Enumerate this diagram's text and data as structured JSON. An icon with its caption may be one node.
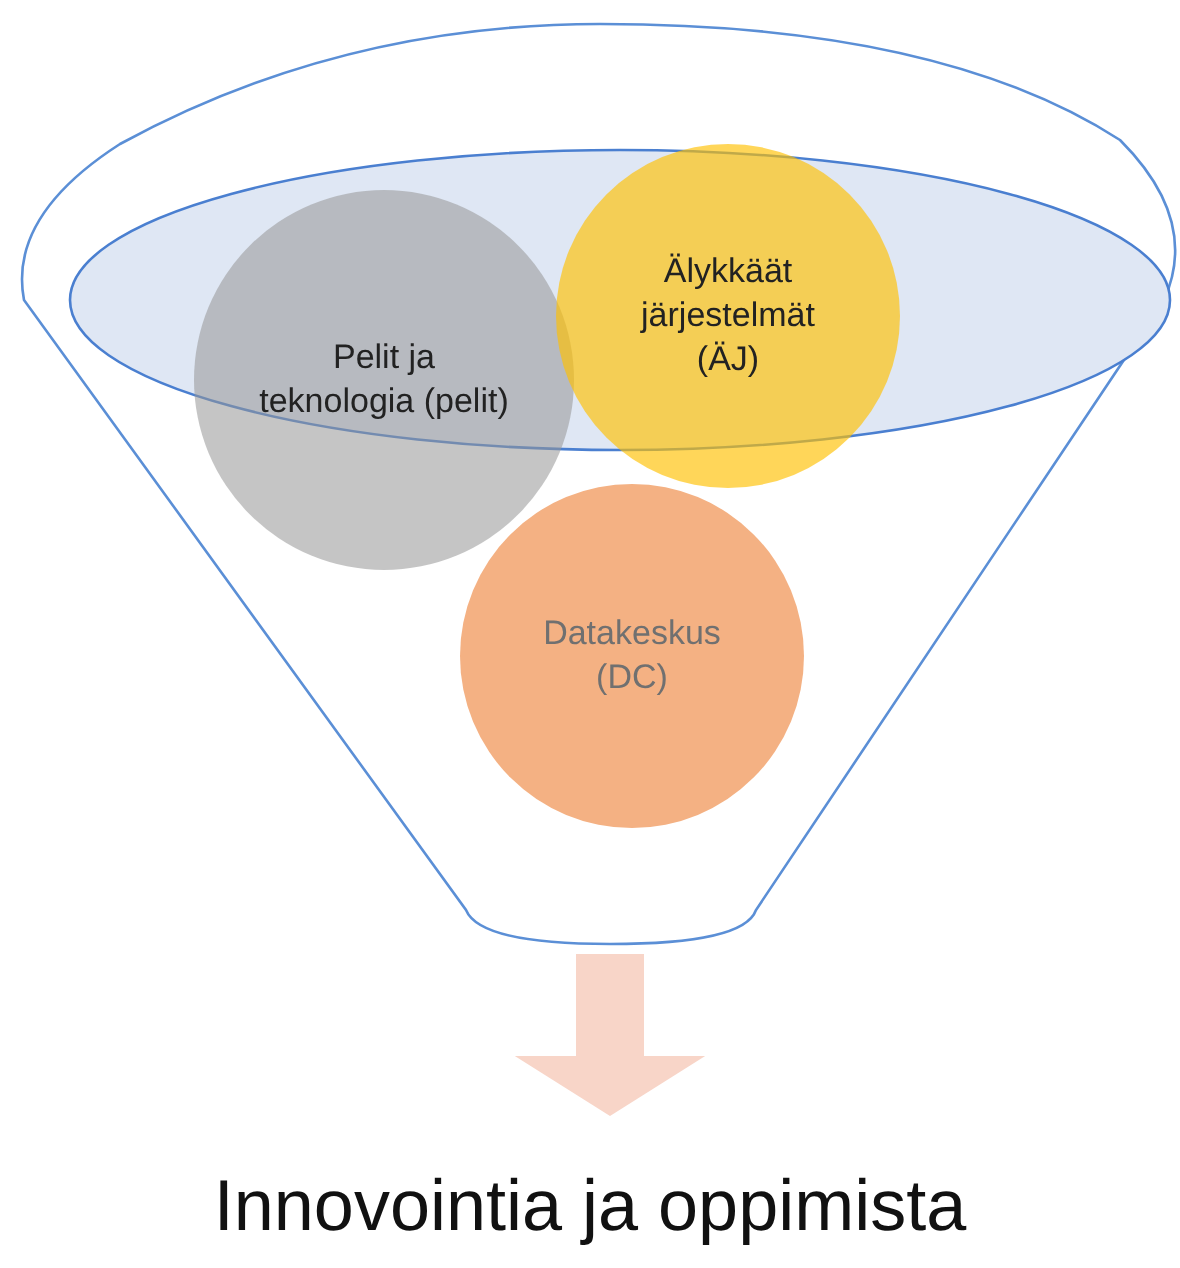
{
  "diagram": {
    "nodes": [
      {
        "text": [],
        "shape": "funnel"
      },
      {
        "text": [
          "Pelit ja teknologia (pelit)"
        ],
        "in": 0
      },
      {
        "text": [
          "Älykkäät järjestelmät (ÄJ)"
        ],
        "in": 0
      },
      {
        "text": [
          "Datakeskus (DC)"
        ],
        "in": 0
      },
      {
        "text": [
          "Innovointia ja oppimista"
        ]
      }
    ],
    "edges": [
      {
        "from": 0,
        "to": 4,
        "arrow": "to",
        "style": "thick",
        "color": "#f8d5c8"
      }
    ]
  }
}
